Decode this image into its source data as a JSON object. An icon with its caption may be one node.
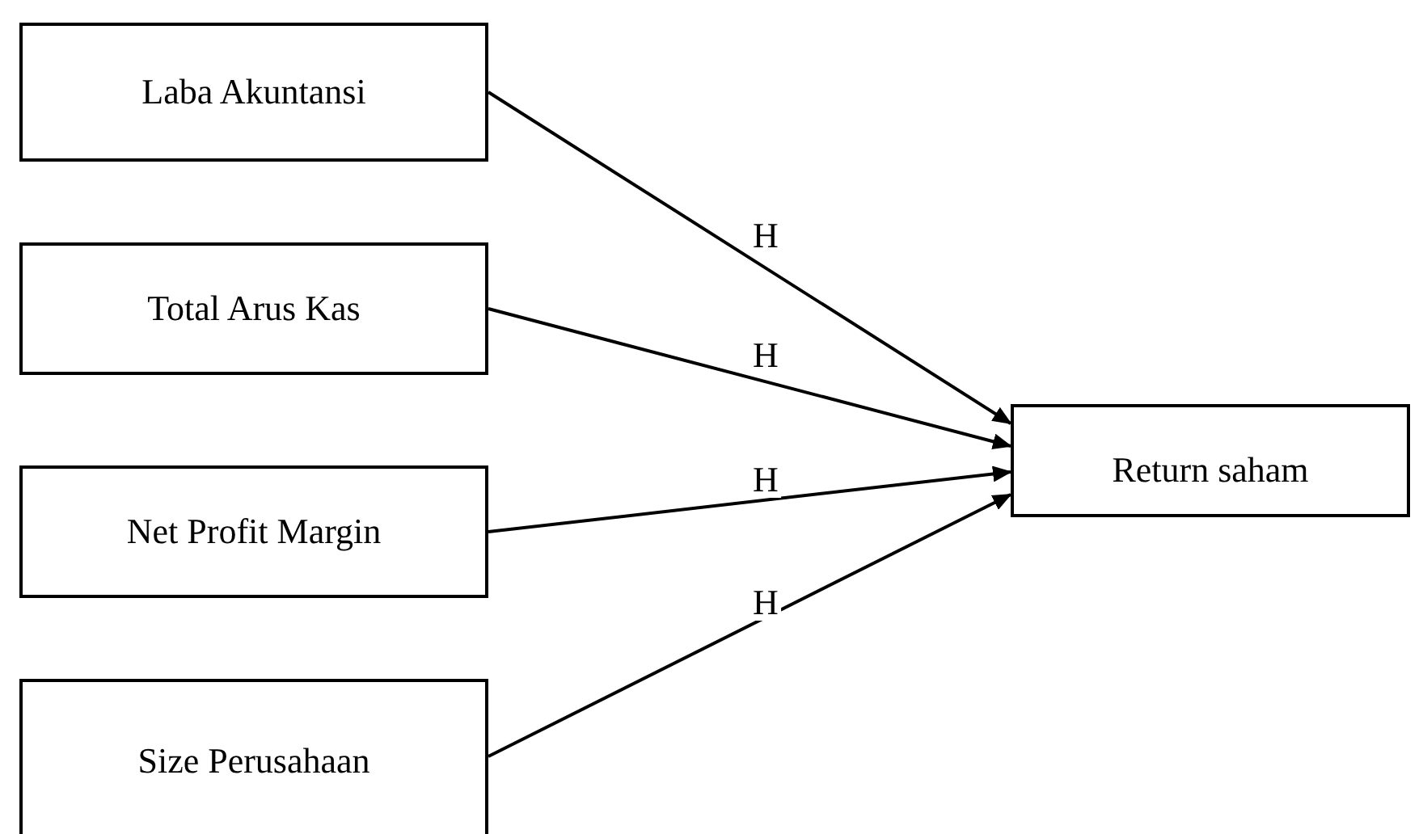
{
  "diagram": {
    "nodes": [
      {
        "text": [
          "Laba Akuntansi"
        ]
      },
      {
        "text": [
          "Total Arus Kas"
        ]
      },
      {
        "text": [
          "Net Profit Margin"
        ]
      },
      {
        "text": [
          "Size Perusahaan"
        ]
      },
      {
        "text": [
          "Return saham"
        ]
      }
    ],
    "edges": [
      {
        "from": 0,
        "to": 4,
        "arrow": "to",
        "label": "H"
      },
      {
        "from": 1,
        "to": 4,
        "arrow": "to",
        "label": "H"
      },
      {
        "from": 2,
        "to": 4,
        "arrow": "to",
        "label": "H"
      },
      {
        "from": 3,
        "to": 4,
        "arrow": "to",
        "label": "H"
      }
    ]
  }
}
